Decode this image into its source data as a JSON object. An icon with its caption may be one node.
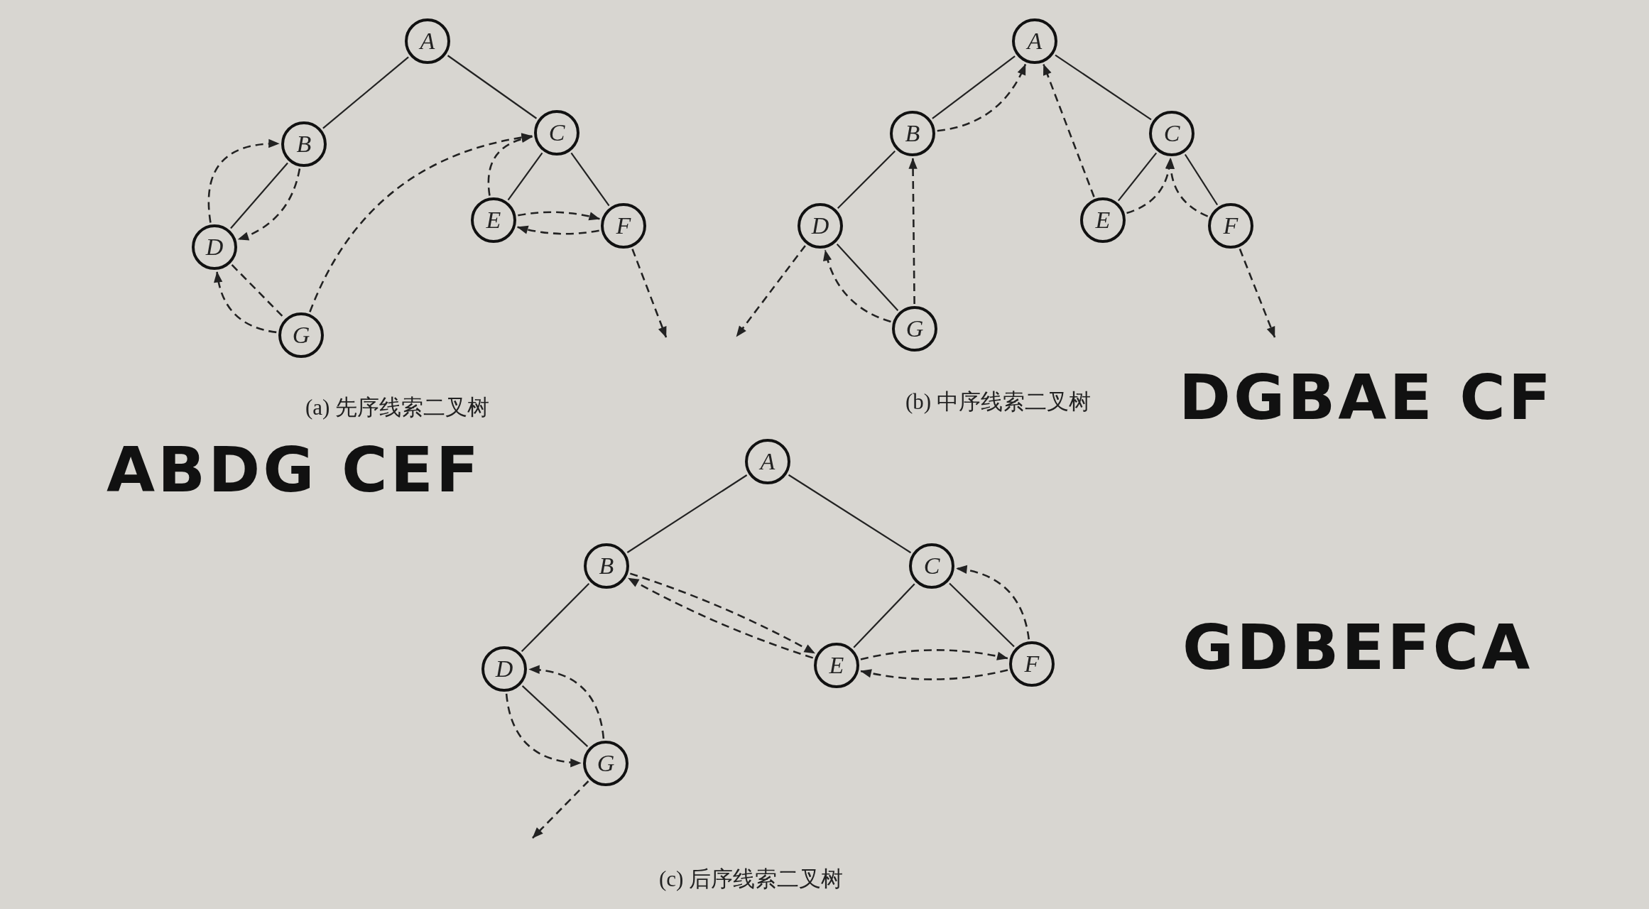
{
  "diagram": {
    "nodes": [
      {
        "text": [
          "A"
        ]
      },
      {
        "text": [
          "B"
        ]
      },
      {
        "text": [
          "C"
        ]
      },
      {
        "text": [
          "D"
        ]
      },
      {
        "text": [
          "E"
        ]
      },
      {
        "text": [
          "F"
        ]
      },
      {
        "text": [
          "G"
        ]
      },
      {
        "text": [
          "A"
        ]
      },
      {
        "text": [
          "B"
        ]
      },
      {
        "text": [
          "C"
        ]
      },
      {
        "text": [
          "D"
        ]
      },
      {
        "text": [
          "E"
        ]
      },
      {
        "text": [
          "F"
        ]
      },
      {
        "text": [
          "G"
        ]
      },
      {
        "text": [
          "A"
        ]
      },
      {
        "text": [
          "B"
        ]
      },
      {
        "text": [
          "C"
        ]
      },
      {
        "text": [
          "D"
        ]
      },
      {
        "text": [
          "E"
        ]
      },
      {
        "text": [
          "F"
        ]
      },
      {
        "text": [
          "G"
        ]
      }
    ],
    "edges": [
      {
        "from": 0,
        "to": 1,
        "arrow": "none"
      },
      {
        "from": 0,
        "to": 2,
        "arrow": "none"
      },
      {
        "from": 1,
        "to": 3,
        "arrow": "none"
      },
      {
        "from": 3,
        "to": 6,
        "arrow": "none",
        "style": "dashed"
      },
      {
        "from": 2,
        "to": 4,
        "arrow": "none"
      },
      {
        "from": 2,
        "to": 5,
        "arrow": "none"
      },
      {
        "from": 3,
        "to": 1,
        "arrow": "to",
        "style": "dashed"
      },
      {
        "from": 1,
        "to": 3,
        "arrow": "to",
        "style": "dashed"
      },
      {
        "from": 6,
        "to": 3,
        "arrow": "to",
        "style": "dashed"
      },
      {
        "from": 6,
        "to": 2,
        "arrow": "to",
        "style": "dashed"
      },
      {
        "from": 4,
        "to": 2,
        "arrow": "to",
        "style": "dashed"
      },
      {
        "from": 4,
        "to": 5,
        "arrow": "to",
        "style": "dashed"
      },
      {
        "from": 5,
        "to": 4,
        "arrow": "to",
        "style": "dashed"
      },
      {
        "from": 5,
        "to": null,
        "arrow": "to",
        "style": "dashed"
      },
      {
        "from": 7,
        "to": 8,
        "arrow": "none"
      },
      {
        "from": 7,
        "to": 9,
        "arrow": "none"
      },
      {
        "from": 8,
        "to": 10,
        "arrow": "none"
      },
      {
        "from": 10,
        "to": 13,
        "arrow": "none"
      },
      {
        "from": 9,
        "to": 11,
        "arrow": "none"
      },
      {
        "from": 9,
        "to": 12,
        "arrow": "none"
      },
      {
        "from": 10,
        "to": null,
        "arrow": "to",
        "style": "dashed"
      },
      {
        "from": 13,
        "to": 10,
        "arrow": "to",
        "style": "dashed"
      },
      {
        "from": 13,
        "to": 8,
        "arrow": "to",
        "style": "dashed"
      },
      {
        "from": 8,
        "to": 7,
        "arrow": "to",
        "style": "dashed"
      },
      {
        "from": 11,
        "to": 7,
        "arrow": "to",
        "style": "dashed"
      },
      {
        "from": 11,
        "to": 9,
        "arrow": "to",
        "style": "dashed"
      },
      {
        "from": 12,
        "to": 9,
        "arrow": "to",
        "style": "dashed"
      },
      {
        "from": 12,
        "to": null,
        "arrow": "to",
        "style": "dashed"
      },
      {
        "from": 14,
        "to": 15,
        "arrow": "none"
      },
      {
        "from": 14,
        "to": 16,
        "arrow": "none"
      },
      {
        "from": 15,
        "to": 17,
        "arrow": "none"
      },
      {
        "from": 17,
        "to": 20,
        "arrow": "none"
      },
      {
        "from": 16,
        "to": 18,
        "arrow": "none"
      },
      {
        "from": 16,
        "to": 19,
        "arrow": "none"
      },
      {
        "from": 15,
        "to": 18,
        "arrow": "to",
        "style": "dashed"
      },
      {
        "from": 18,
        "to": 15,
        "arrow": "to",
        "style": "dashed"
      },
      {
        "from": 18,
        "to": 19,
        "arrow": "to",
        "style": "dashed"
      },
      {
        "from": 19,
        "to": 18,
        "arrow": "to",
        "style": "dashed"
      },
      {
        "from": 19,
        "to": 16,
        "arrow": "to",
        "style": "dashed"
      },
      {
        "from": 17,
        "to": 20,
        "arrow": "to",
        "style": "dashed"
      },
      {
        "from": 20,
        "to": 17,
        "arrow": "to",
        "style": "dashed"
      },
      {
        "from": 20,
        "to": null,
        "arrow": "to",
        "style": "dashed"
      }
    ],
    "labels": [
      "(b) 中序线索二叉树",
      "DGBAE CF",
      "(a) 先序线索二叉树",
      "ABDG CEF",
      "GDBEFCA",
      "(c) 后序线索二叉树"
    ]
  }
}
